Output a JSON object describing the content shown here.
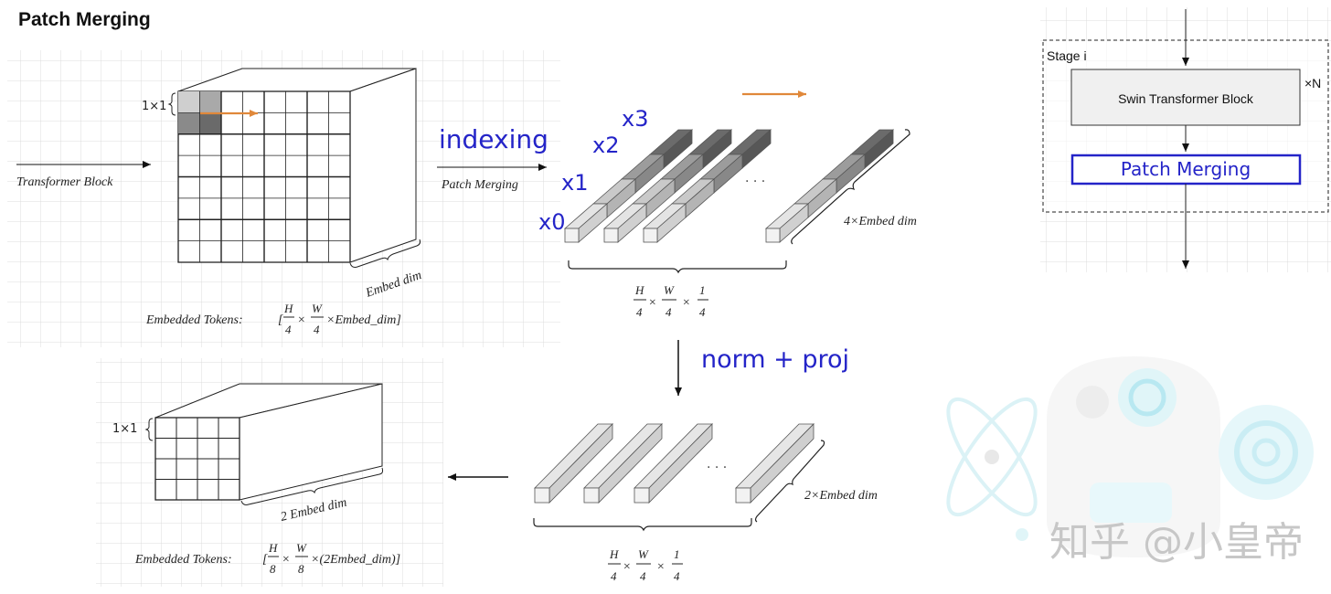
{
  "title": "Patch Merging",
  "input_arrow_label": "Transformer Block",
  "patch_label": "1×1",
  "embed_dim_label": "Embed dim",
  "input_tokens": {
    "prefix": "Embedded Tokens:",
    "h": "H",
    "w": "W",
    "den": "4",
    "tail": "×Embed_dim]"
  },
  "indexing_label": "indexing",
  "patch_merging_italic": "Patch Merging",
  "slices": [
    "x0",
    "x1",
    "x2",
    "x3"
  ],
  "ellipsis": "· · ·",
  "four_embed_dim": "4×Embed dim",
  "frac_top": {
    "h": "H",
    "w": "W",
    "one": "1",
    "den": "4"
  },
  "norm_proj": "norm + proj",
  "two_embed_dim": "2×Embed dim",
  "frac_bottom": {
    "h": "H",
    "w": "W",
    "one": "1",
    "den": "4"
  },
  "output_patch_label": "1×1",
  "output_embed_dim": "2 Embed dim",
  "output_tokens": {
    "prefix": "Embedded Tokens:",
    "h": "H",
    "w": "W",
    "den": "8",
    "tail": "×(2Embed_dim)]"
  },
  "stage": {
    "label": "Stage i",
    "block": "Swin Transformer Block",
    "repeat": "×N",
    "merge": "Patch Merging"
  },
  "watermark": "知乎 @小皇帝",
  "colors": {
    "blue": "#2424c8",
    "orange": "#e0883a",
    "grid": "#dcdcdc"
  }
}
